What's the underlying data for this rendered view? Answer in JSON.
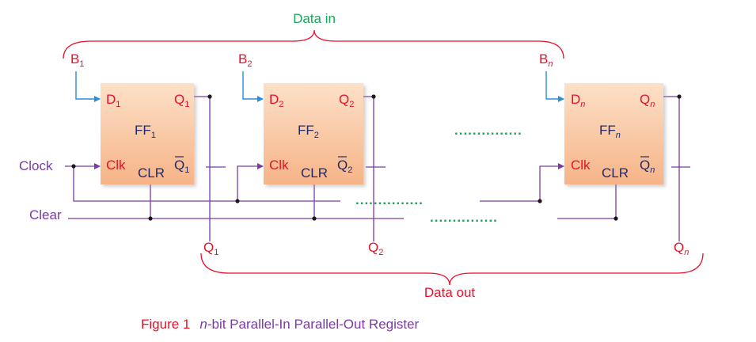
{
  "data_in_label": "Data in",
  "data_out_label": "Data out",
  "clock_label": "Clock",
  "clear_label": "Clear",
  "caption": {
    "figure": "Figure 1",
    "n": "n",
    "rest": "-bit Parallel-In Parallel-Out Register"
  },
  "flipflops": [
    {
      "id": "1",
      "sub": "1",
      "sub_italic": false
    },
    {
      "id": "2",
      "sub": "2",
      "sub_italic": false
    },
    {
      "id": "n",
      "sub": "n",
      "sub_italic": true
    }
  ],
  "pin_labels": {
    "b": "B",
    "d": "D",
    "q": "Q",
    "qbar": "Q",
    "ff": "FF",
    "clk": "Clk",
    "clr": "CLR"
  },
  "ellipsis": "...............",
  "colors": {
    "box_fill_light": "#fde0c8",
    "box_fill_dark": "#f6b487",
    "wire_purple": "#7b3aa8",
    "brace_red": "#e8102a",
    "data_input_blue": "#2a8fd8",
    "text_red": "#e8102a",
    "text_navy": "#1f2a6b",
    "label_green": "#1aa55a"
  }
}
